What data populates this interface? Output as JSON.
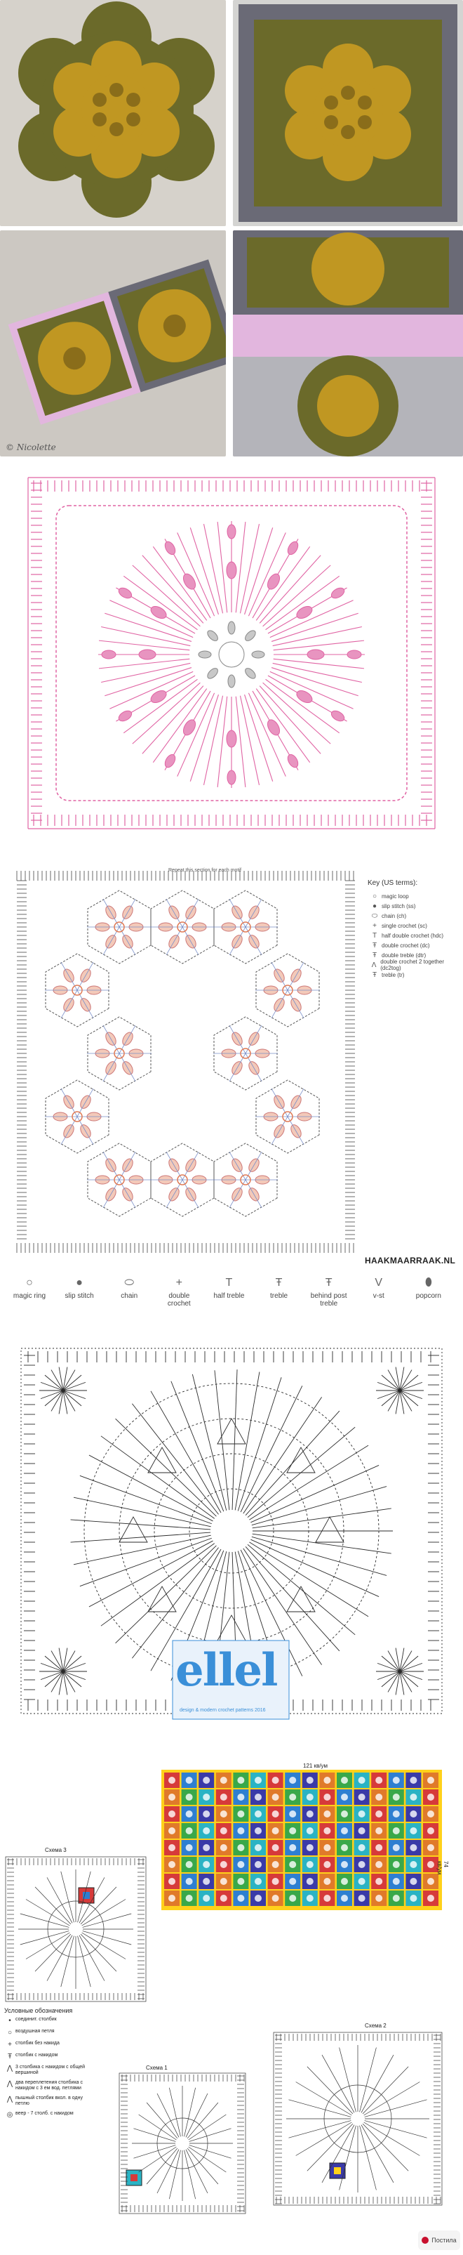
{
  "colors": {
    "olive": "#6b6a2a",
    "mustard": "#c09722",
    "grey": "#6a6a76",
    "lilac": "#d8a9d6",
    "pink": "#e063a3",
    "chart_black": "#2a2a2a",
    "watermark_blue": "#3a8fd8"
  },
  "photos": {
    "signature": "© Nicolette",
    "items": [
      {
        "label": "flower-motif"
      },
      {
        "label": "square-grey-border"
      },
      {
        "label": "joined-squares-lilac"
      },
      {
        "label": "joined-squares-closeup"
      }
    ]
  },
  "hex_chart": {
    "repeat_top": "Repeat this section for each motif",
    "repeat_side": "Repeat this section for each motif",
    "key_title": "Key (US terms):",
    "key_items": [
      {
        "sym": "○",
        "label": "magic loop"
      },
      {
        "sym": "●",
        "label": "slip stitch (ss)"
      },
      {
        "sym": "⬭",
        "label": "chain (ch)"
      },
      {
        "sym": "+",
        "label": "single crochet (sc)"
      },
      {
        "sym": "T",
        "label": "half double crochet (hdc)"
      },
      {
        "sym": "Ŧ",
        "label": "double crochet (dc)"
      },
      {
        "sym": "Ŧ",
        "label": "double treble (dtr)"
      },
      {
        "sym": "Ʌ",
        "label": "double crochet 2 together (dc2tog)"
      },
      {
        "sym": "Ŧ",
        "label": "treble (tr)"
      }
    ],
    "brand": "HAAKMAARRAAK.NL",
    "legend": [
      {
        "sym": "○",
        "label": "magic ring"
      },
      {
        "sym": "●",
        "label": "slip stitch"
      },
      {
        "sym": "⬭",
        "label": "chain"
      },
      {
        "sym": "+",
        "label": "double crochet"
      },
      {
        "sym": "T",
        "label": "half treble"
      },
      {
        "sym": "Ŧ",
        "label": "treble"
      },
      {
        "sym": "Ŧ",
        "label": "behind post treble"
      },
      {
        "sym": "V",
        "label": "v-st"
      },
      {
        "sym": "⬮",
        "label": "popcorn"
      }
    ]
  },
  "black_chart": {
    "watermark": "ellel",
    "watermark_sub": "design & modern crochet patterns 2016"
  },
  "russian": {
    "scheme3_title": "Схема 3",
    "scheme1_title": "Схема 1",
    "scheme2_title": "Схема 2",
    "blanket_width": "121 кв/ум",
    "blanket_height": "74 кв/ум",
    "legend_title": "Условные обозначения",
    "legend": [
      {
        "sym": "•",
        "text": "соединит. столбик"
      },
      {
        "sym": "○",
        "text": "воздушная петля"
      },
      {
        "sym": "+",
        "text": "столбик без накида"
      },
      {
        "sym": "Ŧ",
        "text": "столбик с накидом"
      },
      {
        "sym": "⋀",
        "text": "3 столбика с накидом с общей вершиной"
      },
      {
        "sym": "⋀",
        "text": "два переплетения столбика с накидом с 3 ем вод. петлями"
      },
      {
        "sym": "⋀",
        "text": "пышный столбик вкол. в одну петлю"
      },
      {
        "sym": "◎",
        "text": "веер - 7 столб. с накидом"
      }
    ]
  },
  "footer": {
    "brand": "Постила"
  }
}
